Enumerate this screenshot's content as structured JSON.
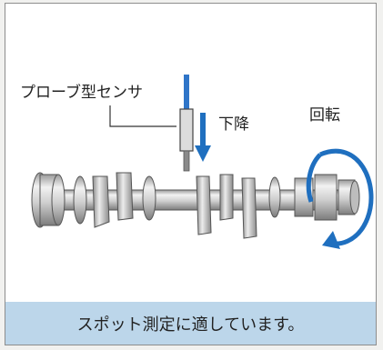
{
  "labels": {
    "probe": "プローブ型センサ",
    "down": "下降",
    "rotation": "回転"
  },
  "caption": "スポット測定に適しています。",
  "colors": {
    "arrow_blue": "#1f6fbf",
    "caption_bg": "#bcd6ea",
    "frame_border": "#8d8d8d"
  },
  "icons": {
    "down_arrow": "arrow-down-icon",
    "rotation_arrow": "rotation-arrow-icon"
  }
}
